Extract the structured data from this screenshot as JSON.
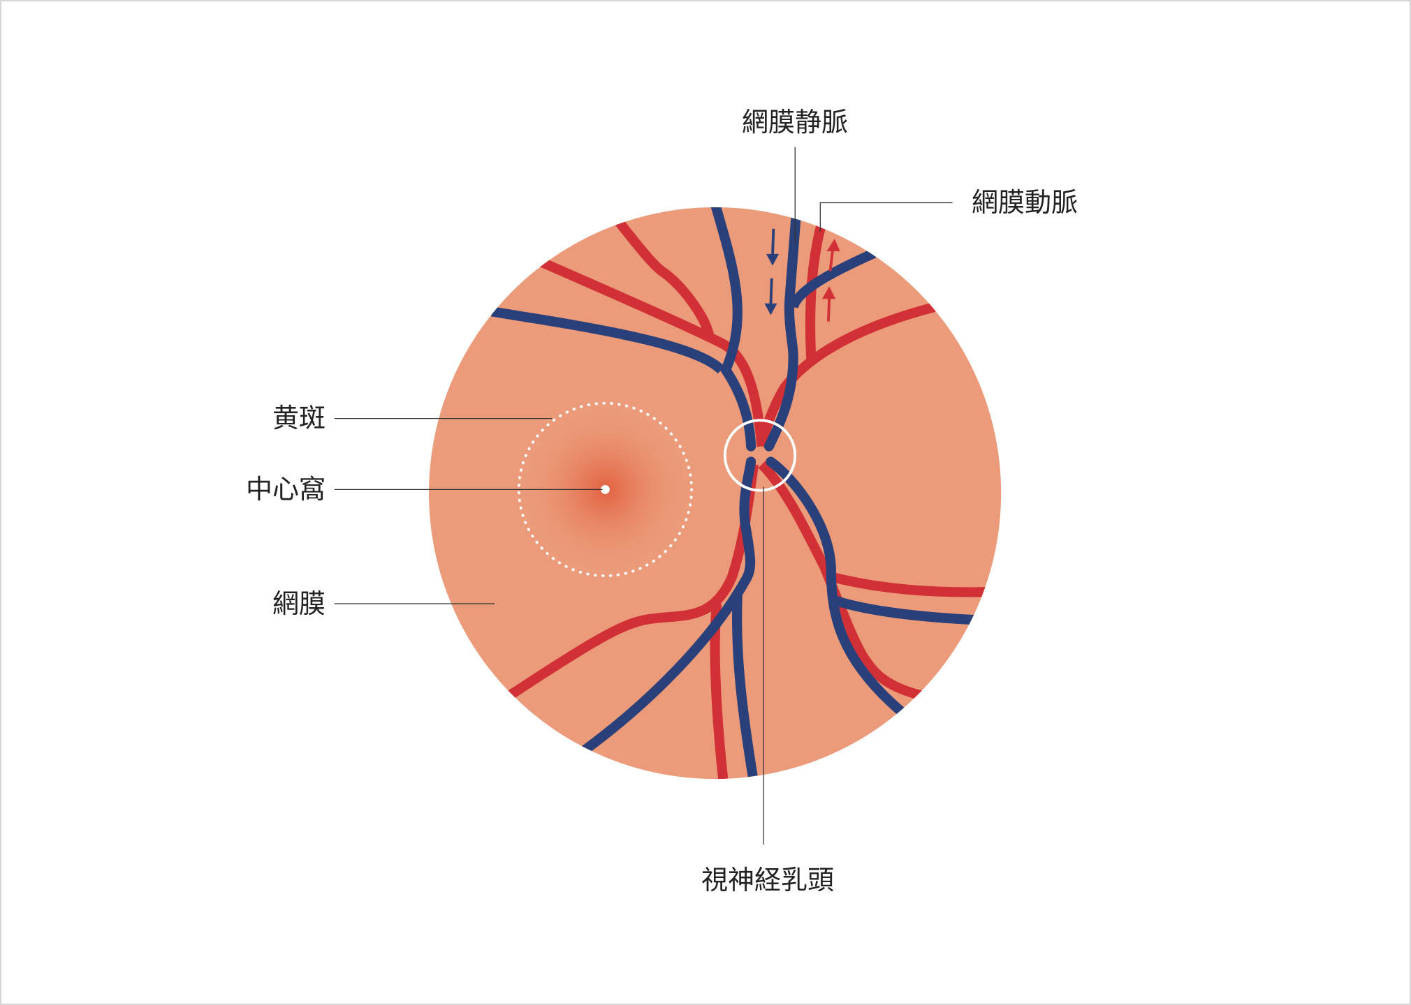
{
  "labels": {
    "retinal_vein": "網膜静脈",
    "retinal_artery": "網膜動脈",
    "macula": "黄斑",
    "fovea": "中心窩",
    "retina": "網膜",
    "optic_disc": "視神経乳頭"
  },
  "colors": {
    "retina": "#eb9b7a",
    "artery": "#d13036",
    "vein": "#2a407a",
    "fovea_center": "#e2603f"
  }
}
